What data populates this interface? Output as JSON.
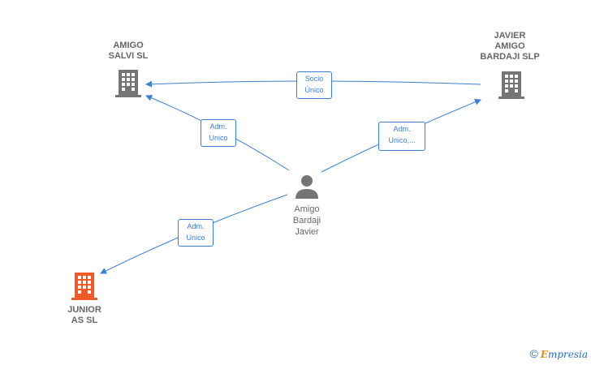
{
  "nodes": {
    "amigo_salvi": {
      "label": "AMIGO\nSALVI  SL",
      "type": "company",
      "color": "#757575"
    },
    "javier_amigo": {
      "label": "JAVIER\nAMIGO\nBARDAJI SLP",
      "type": "company",
      "color": "#757575"
    },
    "person": {
      "label": "Amigo\nBardaji\nJavier",
      "type": "person",
      "color": "#757575"
    },
    "junior_as": {
      "label": "JUNIOR\nAS  SL",
      "type": "company",
      "color": "#f05a28"
    }
  },
  "edges": {
    "socio_unico": "Socio\nÚnico",
    "adm_unico_salvi": "Adm.\nUnico",
    "adm_unico_javier": "Adm.\nUnico,...",
    "adm_unico_junior": "Adm.\nUnico"
  },
  "colors": {
    "edge": "#3a7fd5",
    "icon_gray": "#757575",
    "icon_orange": "#f05a28"
  },
  "brand": {
    "copyright": "©",
    "e": "E",
    "rest": "mpresia"
  }
}
